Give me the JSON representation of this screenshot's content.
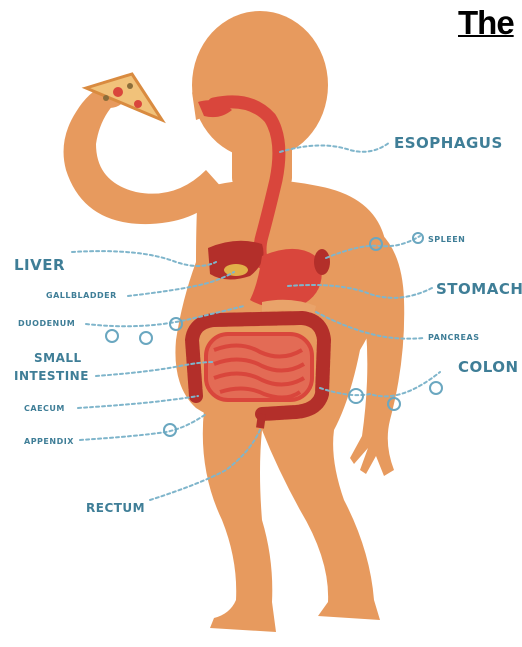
{
  "title": "The",
  "labels": {
    "esophagus": "ESOPHAGUS",
    "spleen": "SPLEEN",
    "stomach": "STOMACH",
    "liver": "LIVER",
    "gallbladder": "GALLBLADDER",
    "duodenum": "DUODENUM",
    "pancreas": "PANCREAS",
    "small_intestine_1": "SMALL",
    "small_intestine_2": "INTESTINE",
    "colon": "COLON",
    "caecum": "CAECUM",
    "appendix": "APPENDIX",
    "rectum": "RECTUM"
  },
  "colors": {
    "body": "#e79a5e",
    "organ": "#d9463c",
    "organ_dark": "#b32f2a",
    "label": "#3f7e97",
    "leader": "#7fb5cb",
    "pizza": "#f1c27a"
  }
}
